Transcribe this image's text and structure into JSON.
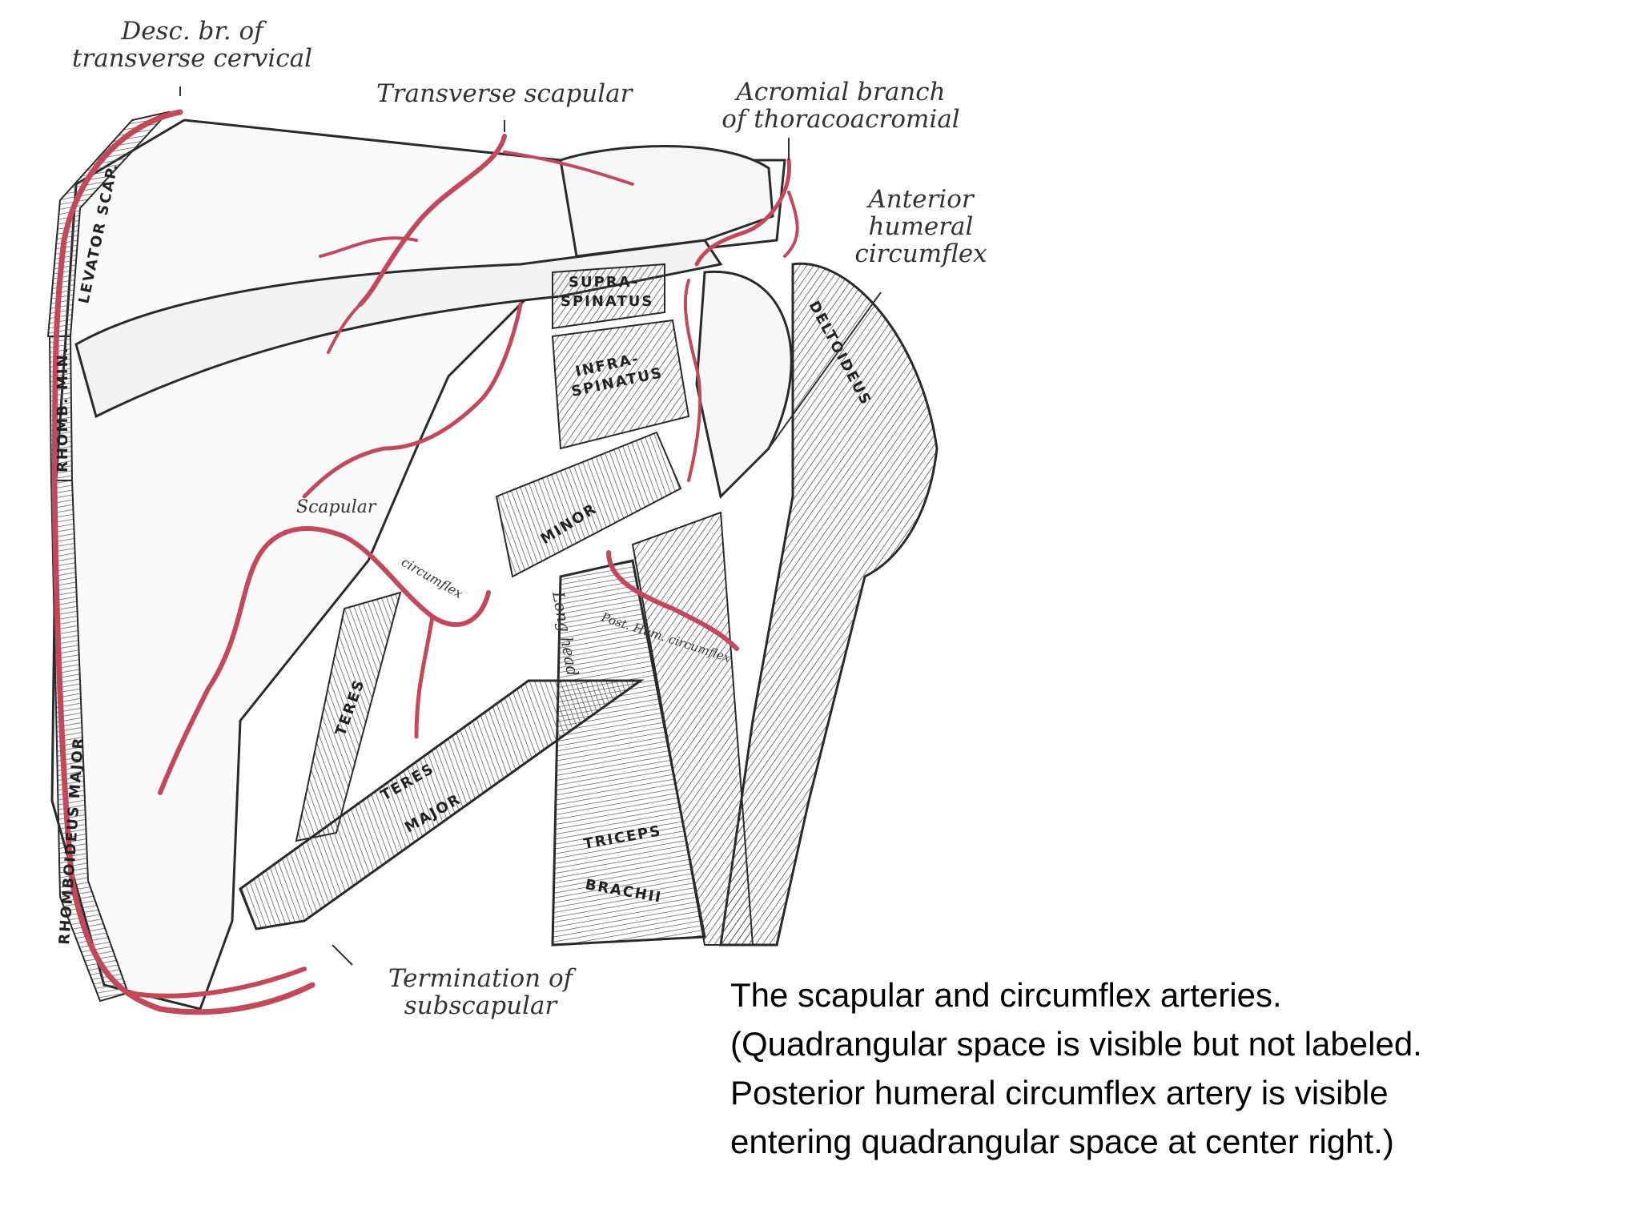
{
  "labels": {
    "desc_br": "Desc. br. of\ntransverse cervical",
    "transverse_scapular": "Transverse scapular",
    "acromial": "Acromial branch\nof thoracoacromial",
    "anterior_humeral": "Anterior\nhumeral\ncircumflex",
    "termination": "Termination of\nsubscapular",
    "scapular": "Scapular",
    "circumflex": "circumflex",
    "post_hum": "Post. Hum. circumflex",
    "long_head": "Long head"
  },
  "muscle_labels": {
    "levator": "LEVATOR SCAP.",
    "rhomb_min": "RHOMB. MIN.",
    "rhomb_maj": "RHOMBOIDEUS MAJOR",
    "supraspinatus_1": "SUPRA-",
    "supraspinatus_2": "SPINATUS",
    "infraspinatus_1": "INFRA-",
    "infraspinatus_2": "SPINATUS",
    "teres_minor": "MINOR",
    "teres": "TERES",
    "teres_major_1": "TERES",
    "teres_major_2": "MAJOR",
    "deltoideus": "DELTOIDEUS",
    "triceps": "TRICEPS",
    "brachii": "BRACHII"
  },
  "caption": {
    "line1": "The scapular and circumflex arteries.",
    "line2": "(Quadrangular space is visible but not labeled.",
    "line3": "Posterior humeral circumflex artery is visible",
    "line4": "entering quadrangular space at center right.)"
  },
  "colors": {
    "artery": "#c2485a",
    "outline": "#2a2a2a",
    "hatch": "#555555"
  }
}
